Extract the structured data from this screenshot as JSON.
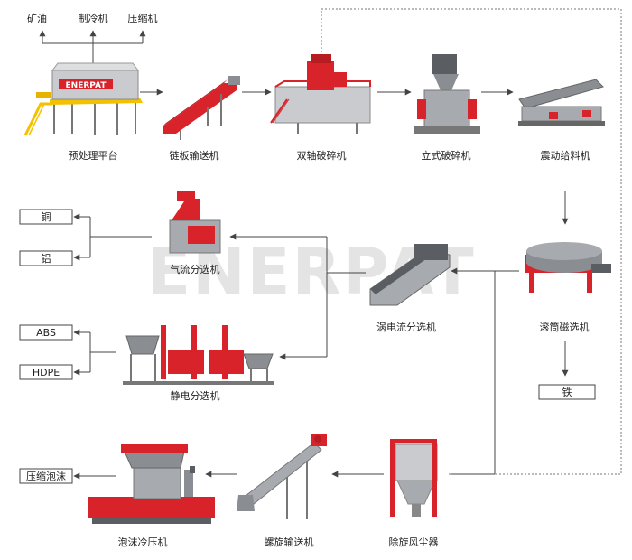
{
  "top_outputs": [
    "矿油",
    "制冷机",
    "压缩机"
  ],
  "machines": {
    "pretreatment": "预处理平台",
    "chain_conveyor": "链板输送机",
    "twin_shaft_shredder": "双轴破碎机",
    "vertical_crusher": "立式破碎机",
    "vibrating_feeder": "震动给料机",
    "drum_magnetic": "滚筒磁选机",
    "eddy_current": "涡电流分选机",
    "air_separator": "气流分选机",
    "electrostatic": "静电分选机",
    "cyclone": "除旋风尘器",
    "screw_conveyor": "螺旋输送机",
    "foam_press": "泡沫冷压机"
  },
  "outputs": {
    "copper": "铜",
    "aluminum": "铝",
    "abs": "ABS",
    "hdpe": "HDPE",
    "iron": "铁",
    "foam": "压缩泡沫"
  },
  "brand": {
    "logo_text": "ENERPAT",
    "watermark": "ENERPAT"
  },
  "colors": {
    "accent": "#d8232a",
    "machine_grey": "#8a8d91",
    "line": "#444444"
  }
}
